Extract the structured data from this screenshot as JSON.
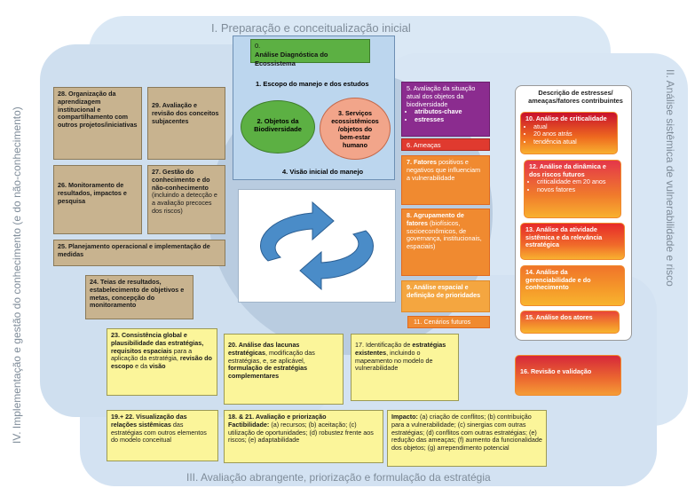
{
  "phases": {
    "p1": "I. Preparação e conceitualização inicial",
    "p2": "II. Análise sistêmica de vulnerabilidade e risco",
    "p3": "III. Avaliação abrangente, priorização e formulação da estratégia",
    "p4": "IV. Implementação e gestão do conhecimento (e do não-conhecimento)"
  },
  "step0": {
    "num": "0.",
    "text": "Análise Diagnóstica do Ecossistema"
  },
  "step1": "1.  Escopo do manejo e dos  estudos",
  "step2": "2. Objetos da Biodiversidade",
  "step3": "3. Serviços ecossistêmicos /objetos do bem-estar humano",
  "step4": "4. Visão inicial do manejo",
  "step5": {
    "text": "5. Avaliação da situação atual dos objetos da biodiversidade",
    "items": [
      "atributos-chave",
      "estresses"
    ]
  },
  "step6": "6. Ameaças",
  "step7": {
    "bold": "7. Fatores",
    "rest": " positivos e negativos que influenciam a vulnerabilidade"
  },
  "step8": {
    "bold": "8. Agrupamento de fatores",
    "rest": " (biofísicos, socioeconômicos, de governança, institucionais, espaciais)"
  },
  "step9": "9. Análise espacial e definição de prioridades",
  "step11": "11. Cenários futuros",
  "stress_header": "Descrição de estresses/ ameaças/fatores contribuintes",
  "step10": {
    "title": "10. Análise de criticalidade",
    "items": [
      "atual",
      "20 anos atrás",
      "tendência atual"
    ]
  },
  "step12": {
    "title": "12. Análise da dinâmica e dos riscos futuros",
    "items": [
      "criticalidade em 20 anos",
      "novos fatores"
    ]
  },
  "step13": "13. Análise da atividade sistêmica e da relevância estratégica",
  "step14": "14. Análise da gerenciabilidade e do conhecimento",
  "step15": "15. Análise dos atores",
  "step16": "16. Revisão e validação",
  "step17": {
    "a": "17. Identificação de ",
    "b": "estratégias existentes",
    "c": ", incluindo o mapeamento no modelo de vulnerabilidade"
  },
  "step18": {
    "title": "18. & 21. Avaliação e priorização",
    "bold": "Factibilidade:",
    "rest": " (a) recursos; (b) aceitação; (c) utilização de oportunidades; (d) robustez frente aos riscos; (e) adaptabilidade"
  },
  "impact": {
    "bold": "Impacto:",
    "rest": " (a) criação de conflitos; (b) contribuição para a vulnerabilidade; (c) sinergias com outras estratégias; (d) conflitos com outras estratégias; (e) redução das ameaças; (f) aumento da funcionalidade dos objetos; (g) arrependimento potencial"
  },
  "step19": {
    "a": "19.+ 22. Visualização das relações sistêmicas",
    "b": " das estratégias com outros elementos do modelo conceitual"
  },
  "step20": {
    "a": "20. Análise das lacunas estratégicas",
    "b": ", modificação das estratégias, e, se aplicável, ",
    "c": "formulação de estratégias complementares"
  },
  "step23": {
    "a": "23. Consistência global e plausibilidade das estratégias, requisitos espaciais",
    "b": " para a aplicação da estratégia, ",
    "c": "revisão do escopo",
    "d": " e da ",
    "e": "visão"
  },
  "step24": "24. Teias de resultados, estabelecimento de objetivos e metas, concepção do monitoramento",
  "step25": "25. Planejamento operacional e implementação de medidas",
  "step26": "26. Monitoramento de resultados, impactos e pesquisa",
  "step27": {
    "a": "27. Gestão do conhecimento e do não-conhecimento",
    "b": " (incluindo a detecção e a avaliação precoces dos riscos)"
  },
  "step28": "28. Organização da aprendizagem institucional e compartilhamento com outros projetos/iniciativas",
  "step29": "29. Avaliação e revisão dos conceitos subjacentes",
  "colors": {
    "phase_bg": "#d6e5f4",
    "tan": "#c8b38f",
    "yellow": "#fbf59a",
    "orange": "#f08a30",
    "purple": "#8b2c8f",
    "green": "#5cb043",
    "arrow": "#4a8cc8"
  }
}
